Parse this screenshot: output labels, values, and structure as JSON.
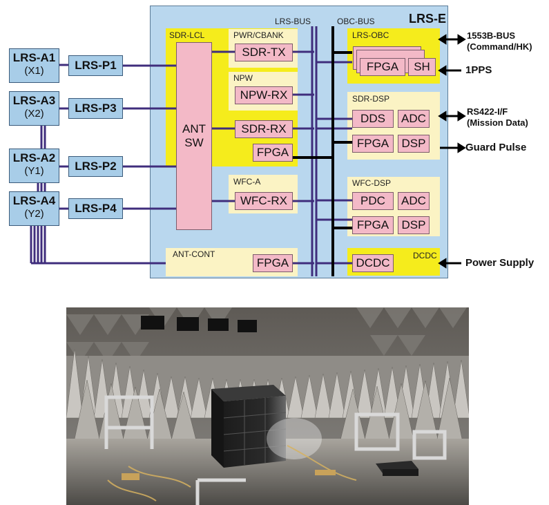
{
  "diagram": {
    "title": "LRS-E",
    "bus_labels": {
      "lrs_bus": "LRS-BUS",
      "obc_bus": "OBC-BUS"
    },
    "antennas": [
      {
        "name": "LRS-A1",
        "sub": "(X1)"
      },
      {
        "name": "LRS-A3",
        "sub": "(X2)"
      },
      {
        "name": "LRS-A2",
        "sub": "(Y1)"
      },
      {
        "name": "LRS-A4",
        "sub": "(Y2)"
      }
    ],
    "preamps": [
      "LRS-P1",
      "LRS-P3",
      "LRS-P2",
      "LRS-P4"
    ],
    "sdr_lcl": {
      "label": "SDR-LCL",
      "switch_line1": "ANT",
      "switch_line2": "SW"
    },
    "pwr_cbank": {
      "label": "PWR/CBANK",
      "block": "SDR-TX"
    },
    "npw": {
      "label": "NPW",
      "block": "NPW-RX"
    },
    "sdr_rx": "SDR-RX",
    "fpga_left": "FPGA",
    "wfc_a": {
      "label": "WFC-A",
      "block": "WFC-RX"
    },
    "ant_cont": {
      "label": "ANT-CONT",
      "block": "FPGA"
    },
    "lrs_obc": {
      "label": "LRS-OBC",
      "fpga": "FPGA",
      "sh": "SH"
    },
    "sdr_dsp": {
      "label": "SDR-DSP",
      "dds": "DDS",
      "adc": "ADC",
      "fpga": "FPGA",
      "dsp": "DSP"
    },
    "wfc_dsp": {
      "label": "WFC-DSP",
      "pdc": "PDC",
      "adc": "ADC",
      "fpga": "FPGA",
      "dsp": "DSP"
    },
    "dcdc": {
      "label": "DCDC",
      "block": "DCDC"
    },
    "external": {
      "bus1553_line1": "1553B-BUS",
      "bus1553_line2": "(Command/HK)",
      "pps": "1PPS",
      "rs422_line1": "RS422-I/F",
      "rs422_line2": "(Mission Data)",
      "guard": "Guard Pulse",
      "power": "Power Supply"
    },
    "colors": {
      "unit_bg": "#b9d7ee",
      "yellow": "#f5ec1c",
      "cream": "#fbf3c4",
      "pink": "#f3b9c7",
      "antenna_blue": "#a8cde8",
      "bus_purple": "#3f2d7c",
      "bus_black": "#000000"
    }
  }
}
